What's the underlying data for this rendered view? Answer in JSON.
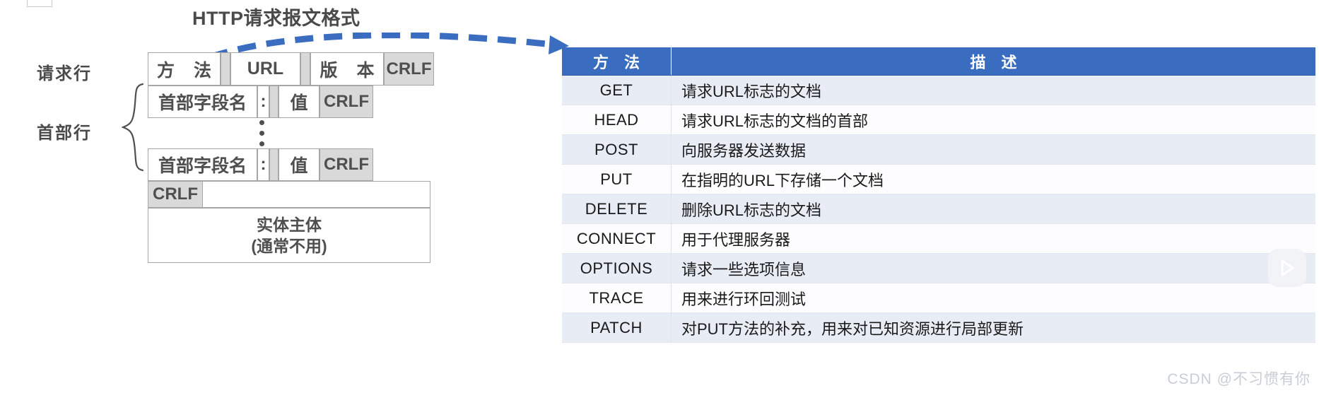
{
  "title": "HTTP请求报文格式",
  "labels": {
    "request_line": "请求行",
    "header_lines": "首部行"
  },
  "message_format": {
    "request_line_row": {
      "method": "方 法",
      "url": "URL",
      "version": "版 本",
      "crlf": "CRLF"
    },
    "header_row_1": {
      "field_name": "首部字段名",
      "colon": ":",
      "value": "值",
      "crlf": "CRLF"
    },
    "ellipsis": "⋮",
    "header_row_2": {
      "field_name": "首部字段名",
      "colon": ":",
      "value": "值",
      "crlf": "CRLF"
    },
    "blank_line": {
      "crlf": "CRLF"
    },
    "entity_body": {
      "line1": "实体主体",
      "line2": "(通常不用)"
    }
  },
  "table": {
    "headers": [
      "方 法",
      "描 述"
    ],
    "rows": [
      {
        "method": "GET",
        "desc": "请求URL标志的文档"
      },
      {
        "method": "HEAD",
        "desc": "请求URL标志的文档的首部"
      },
      {
        "method": "POST",
        "desc": "向服务器发送数据"
      },
      {
        "method": "PUT",
        "desc": "在指明的URL下存储一个文档"
      },
      {
        "method": "DELETE",
        "desc": "删除URL标志的文档"
      },
      {
        "method": "CONNECT",
        "desc": "用于代理服务器"
      },
      {
        "method": "OPTIONS",
        "desc": "请求一些选项信息"
      },
      {
        "method": "TRACE",
        "desc": "用来进行环回测试"
      },
      {
        "method": "PATCH",
        "desc": "对PUT方法的补充，用来对已知资源进行局部更新"
      }
    ]
  },
  "watermark": "CSDN @不习惯有你",
  "colors": {
    "header_blue": "#3a6cc0",
    "arrow_blue": "#3a6cc0",
    "row_alt": "#e8ecf5",
    "box_border": "#a6a6a6",
    "box_gray_fill": "#d9d9d9",
    "text_gray": "#4f4f4f"
  }
}
